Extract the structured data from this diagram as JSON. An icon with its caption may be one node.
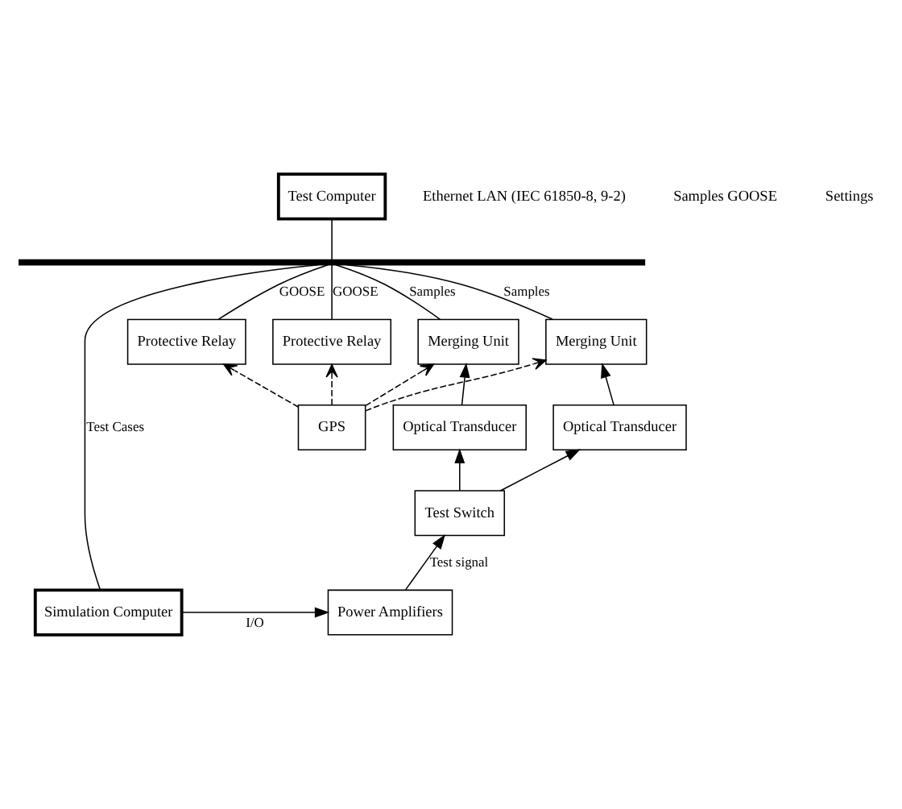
{
  "diagram": {
    "nodes": [
      {
        "text": [
          "Test Computer"
        ]
      },
      {
        "text": [],
        "shape": "bar"
      },
      {
        "text": [
          "Merging Unit"
        ]
      },
      {
        "text": [
          "Merging Unit"
        ]
      },
      {
        "text": [
          "Protective Relay"
        ]
      },
      {
        "text": [
          "Protective Relay"
        ]
      },
      {
        "text": [
          "Optical Transducer"
        ]
      },
      {
        "text": [
          "Optical Transducer"
        ]
      },
      {
        "text": [
          "GPS"
        ]
      },
      {
        "text": [
          "Test Switch"
        ]
      },
      {
        "text": [
          "Simulation Computer"
        ]
      },
      {
        "text": [
          "Power Amplifiers"
        ]
      }
    ],
    "edges": [
      {
        "from": 1,
        "to": 0,
        "arrow": "none"
      },
      {
        "from": 2,
        "to": 1,
        "arrow": "none",
        "label": "Samples"
      },
      {
        "from": 3,
        "to": 1,
        "arrow": "none",
        "label": "Samples"
      },
      {
        "from": 4,
        "to": 1,
        "arrow": "none",
        "label": "GOOSE"
      },
      {
        "from": 5,
        "to": 1,
        "arrow": "none",
        "label": "GOOSE"
      },
      {
        "from": 10,
        "to": 1,
        "arrow": "none",
        "label": "Test Cases"
      },
      {
        "from": 6,
        "to": 2,
        "arrow": "to"
      },
      {
        "from": 7,
        "to": 3,
        "arrow": "to"
      },
      {
        "from": 8,
        "to": 2,
        "arrow": "to",
        "style": "dashed"
      },
      {
        "from": 8,
        "to": 3,
        "arrow": "to",
        "style": "dashed"
      },
      {
        "from": 8,
        "to": 4,
        "arrow": "to",
        "style": "dashed"
      },
      {
        "from": 8,
        "to": 5,
        "arrow": "to",
        "style": "dashed"
      },
      {
        "from": 9,
        "to": 6,
        "arrow": "to"
      },
      {
        "from": 9,
        "to": 7,
        "arrow": "to"
      },
      {
        "from": 11,
        "to": 9,
        "arrow": "to",
        "label": "Test signal"
      },
      {
        "from": 10,
        "to": 11,
        "arrow": "to",
        "label": "I/O"
      }
    ],
    "labels": [
      "Ethernet LAN (IEC 61850-8, 9-2)",
      "Samples GOOSE",
      "Settings"
    ]
  }
}
